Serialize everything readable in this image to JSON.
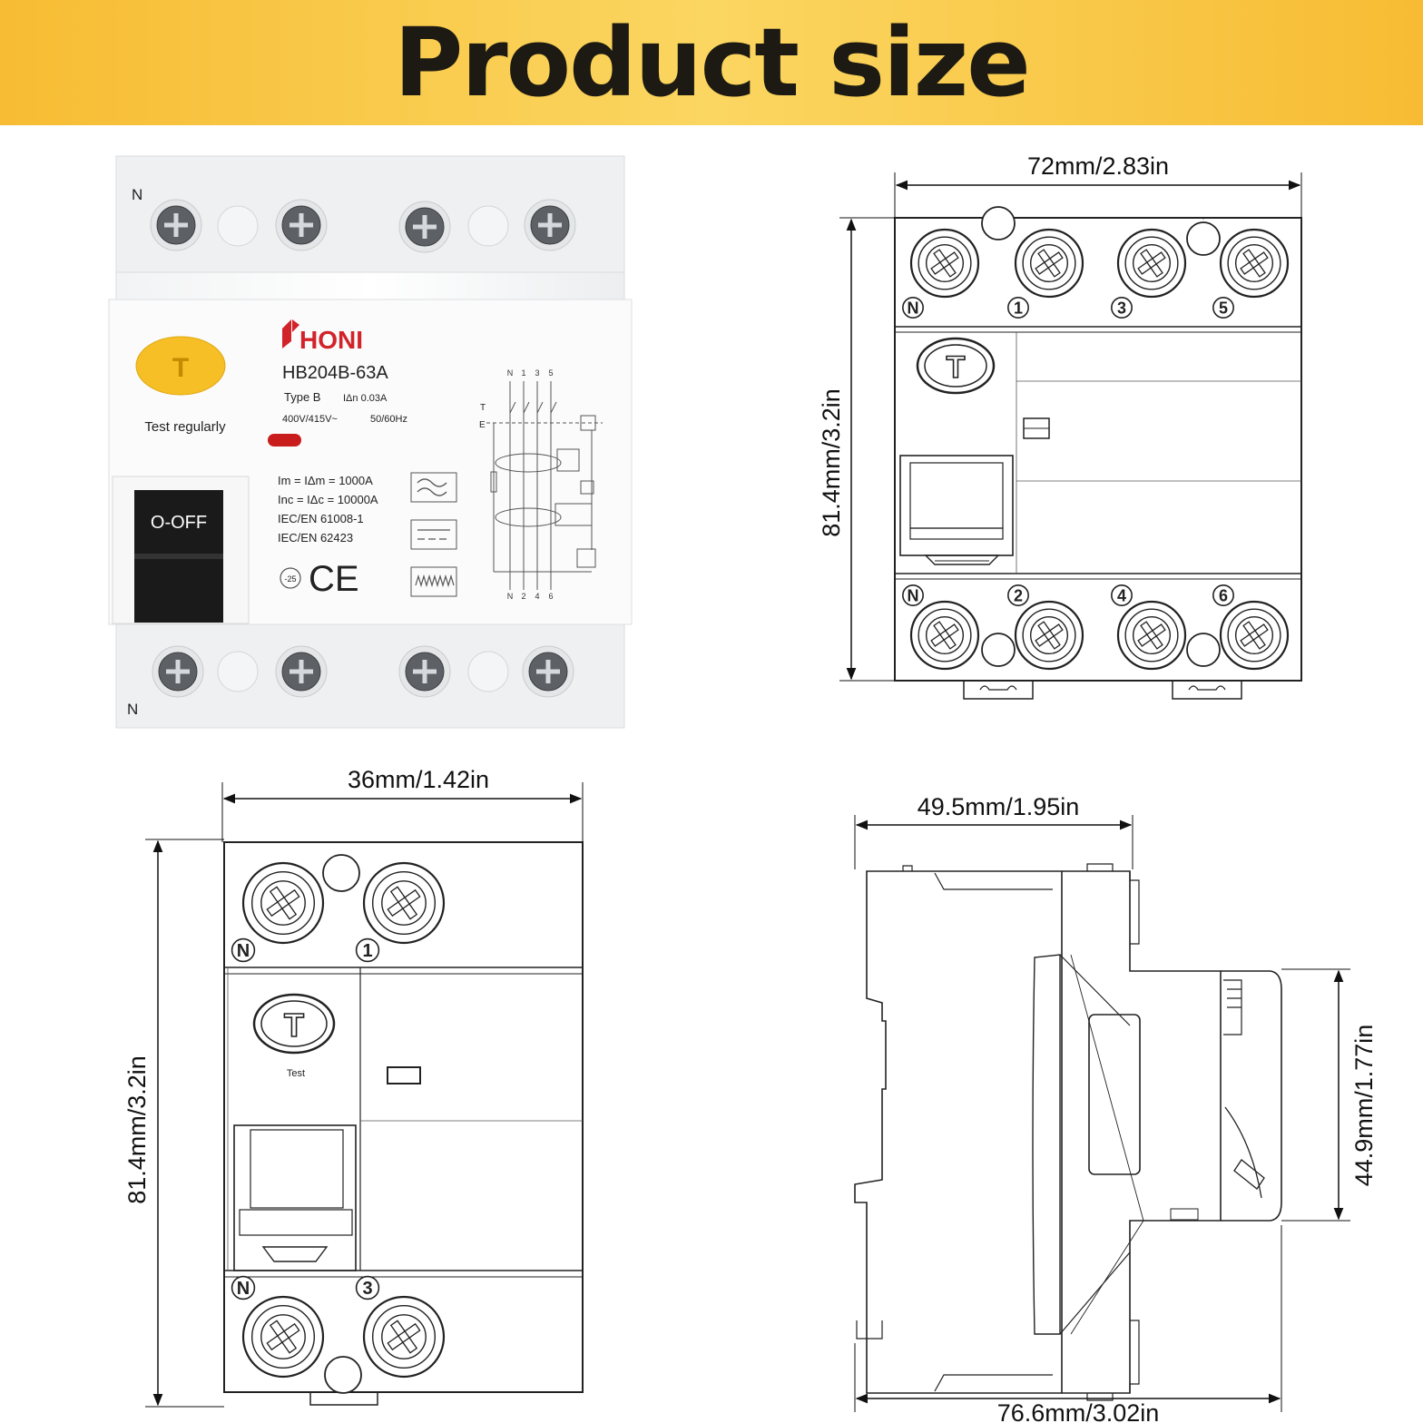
{
  "banner": {
    "title": "Product size"
  },
  "photo": {
    "brand": "HONI",
    "model": "HB204B-63A",
    "type": "Type B",
    "sensitivity": "IΔn 0.03A",
    "voltage": "400V/415V~",
    "frequency": "50/60Hz",
    "test_label": "Test regularly",
    "test_button": "T",
    "switch_label": "O-OFF",
    "spec_lines": [
      "Im = IΔm = 1000A",
      "Inc = IΔc = 10000A",
      "IEC/EN 61008-1",
      "IEC/EN 62423"
    ],
    "ce_mark": "CE",
    "temp_badge": "-25",
    "neutral_top": "N",
    "neutral_bottom": "N",
    "schematic_top": [
      "N",
      "1",
      "3",
      "5"
    ],
    "schematic_bottom": [
      "N",
      "2",
      "4",
      "6"
    ],
    "schematic_t": "T"
  },
  "front_view": {
    "width_label": "72mm/2.83in",
    "height_label": "81.4mm/3.2in",
    "test_button": "T",
    "top_terminals": [
      "N",
      "1",
      "3",
      "5"
    ],
    "bottom_terminals": [
      "N",
      "2",
      "4",
      "6"
    ]
  },
  "narrow_view": {
    "width_label": "36mm/1.42in",
    "height_label": "81.4mm/3.2in",
    "test_button": "T",
    "test_label": "Test",
    "top_terminals": [
      "N",
      "1"
    ],
    "bottom_terminals": [
      "N",
      "3"
    ]
  },
  "side_view": {
    "depth_label": "49.5mm/1.95in",
    "total_label": "76.6mm/3.02in",
    "height_label": "44.9mm/1.77in"
  },
  "colors": {
    "banner": "#f9c846",
    "test_button": "#f6bf26",
    "switch": "#1a1a1a",
    "brand_red": "#d2232a",
    "indicator": "#c91d1d"
  }
}
